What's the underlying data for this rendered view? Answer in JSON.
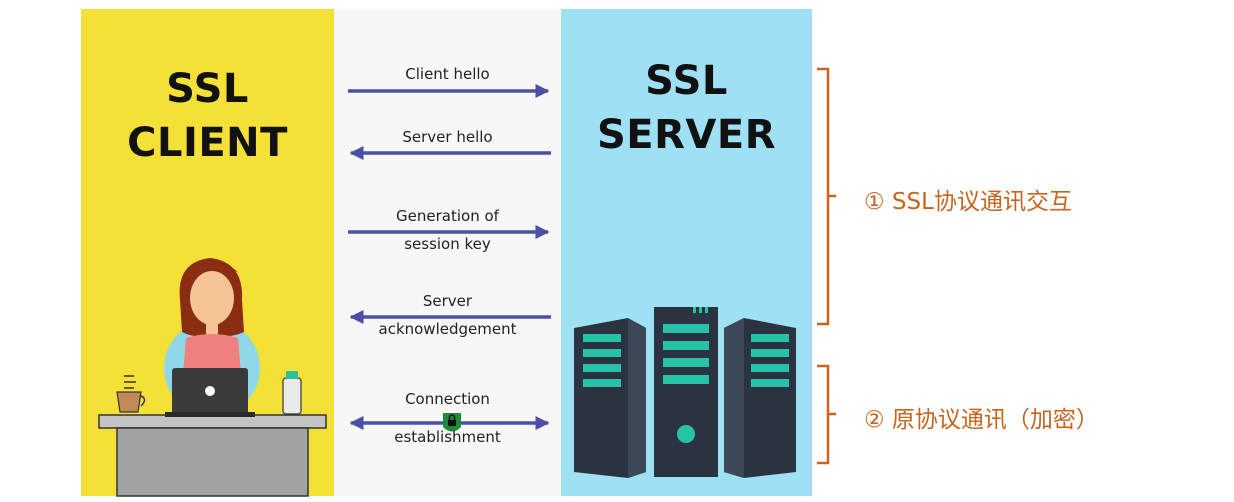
{
  "client": {
    "title_line1": "SSL",
    "title_line2": "CLIENT"
  },
  "server": {
    "title_line1": "SSL",
    "title_line2": "SERVER"
  },
  "messages": [
    {
      "line1": "Client hello",
      "line2": ""
    },
    {
      "line1": "Server hello",
      "line2": ""
    },
    {
      "line1": "Generation of",
      "line2": "session key"
    },
    {
      "line1": "Server",
      "line2": "acknowledgement"
    },
    {
      "line1": "Connection",
      "line2": "establishment"
    }
  ],
  "phases": [
    {
      "label": "① SSL协议通讯交互"
    },
    {
      "label": "② 原协议通讯（加密）"
    }
  ],
  "colors": {
    "client_bg": "#f4e037",
    "middle_bg": "#f7f7f7",
    "server_bg": "#9ee0f4",
    "arrow": "#4b4fa6",
    "bracket": "#c8641e",
    "server_body": "#2a3340",
    "server_accent": "#27c2a8"
  }
}
